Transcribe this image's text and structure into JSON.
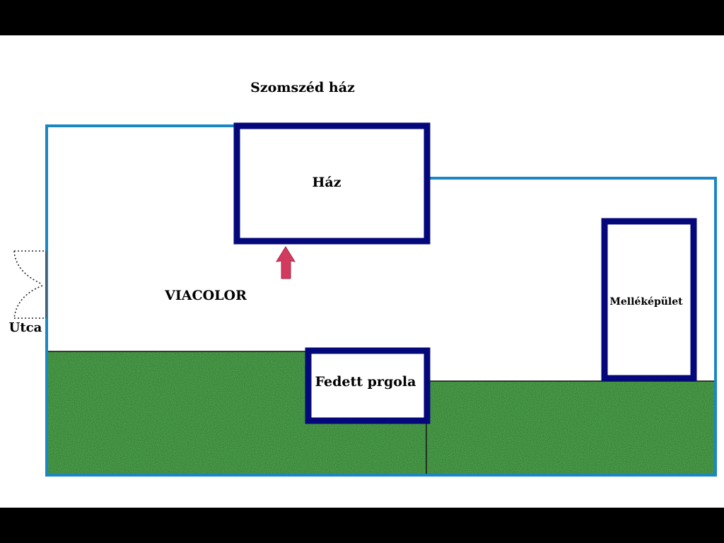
{
  "labels": {
    "neighbor_house": "Szomszéd ház",
    "house": "Ház",
    "paving": "VIACOLOR",
    "street": "Utca",
    "outbuilding": "Melléképület",
    "pergola": "Fedett prgola"
  },
  "icons": {
    "direction_arrow": "arrow-up-icon",
    "gate": "gate-icon"
  },
  "colors": {
    "boundary": "#1a86c4",
    "building": "#05087a",
    "lawn": "#2f7d2f",
    "arrow": "#d23a5e",
    "background": "#ffffff",
    "letterbox": "#000000"
  }
}
